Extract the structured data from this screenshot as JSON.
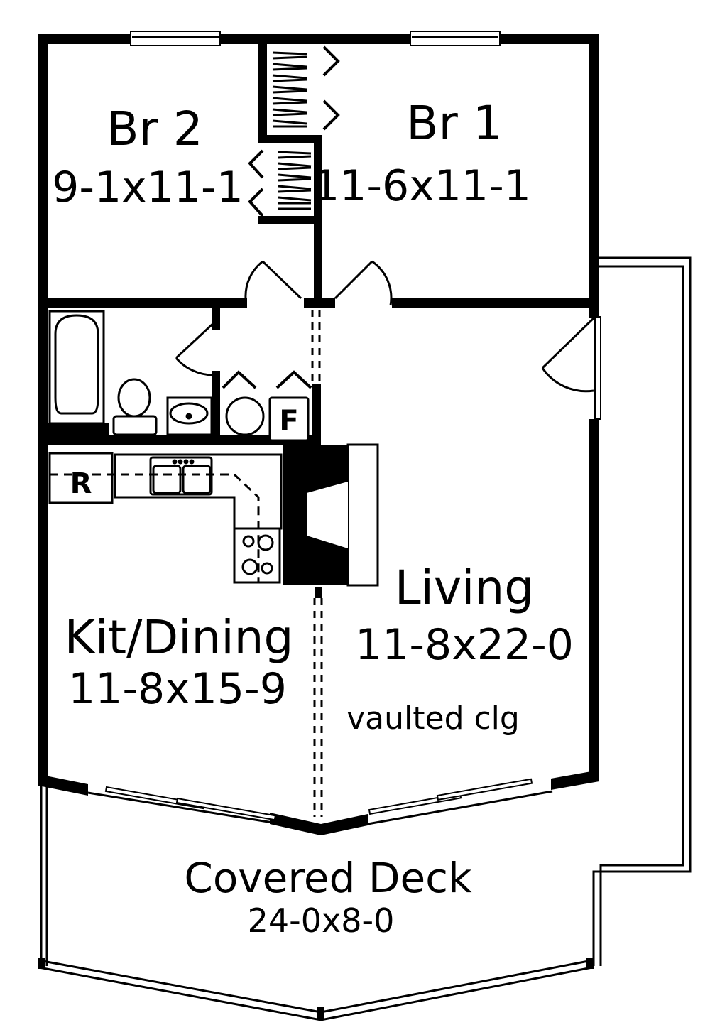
{
  "plan": {
    "colors": {
      "wall": "#000000",
      "background": "#ffffff"
    },
    "rooms": [
      {
        "id": "br2",
        "name": "Br 2",
        "dimensions": "9-1x11-1"
      },
      {
        "id": "br1",
        "name": "Br 1",
        "dimensions": "11-6x11-1"
      },
      {
        "id": "kit",
        "name": "Kit/Dining",
        "dimensions": "11-8x15-9"
      },
      {
        "id": "living",
        "name": "Living",
        "dimensions": "11-8x22-0",
        "note": "vaulted clg"
      },
      {
        "id": "deck",
        "name": "Covered Deck",
        "dimensions": "24-0x8-0"
      }
    ],
    "fixtures": {
      "refrigerator": "R",
      "furnace": "F"
    }
  }
}
